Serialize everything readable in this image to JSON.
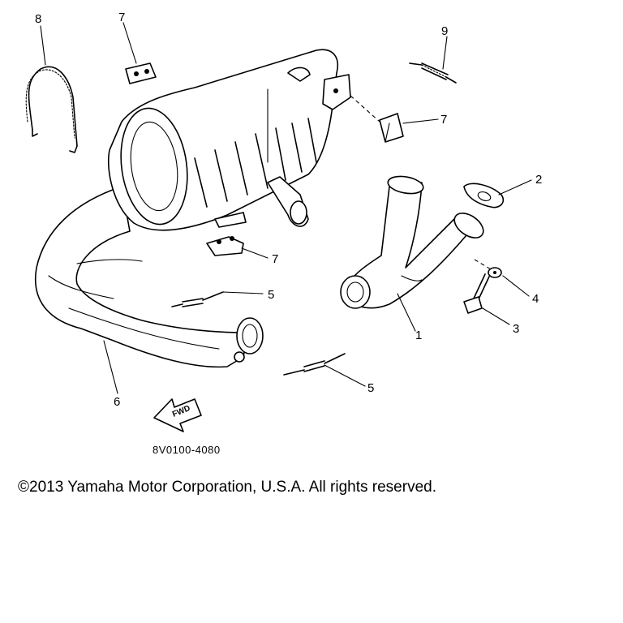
{
  "callouts": {
    "c1": "1",
    "c2": "2",
    "c3": "3",
    "c4": "4",
    "c5a": "5",
    "c5b": "5",
    "c6": "6",
    "c7a": "7",
    "c7b": "7",
    "c7c": "7",
    "c8": "8",
    "c9": "9"
  },
  "fwd_label": "FWD",
  "drawing_code": "8V0100-4080",
  "copyright": "©2013 Yamaha Motor Corporation, U.S.A. All rights reserved."
}
